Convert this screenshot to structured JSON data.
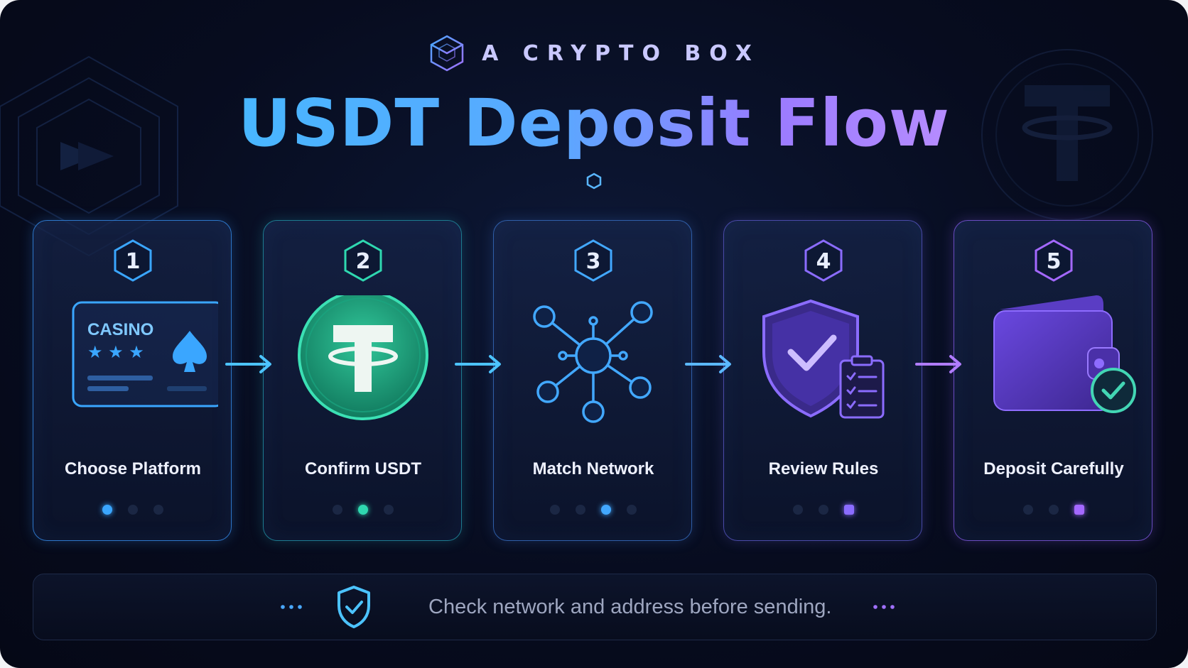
{
  "brand": {
    "name": "A CRYPTO BOX",
    "icon": "cube-icon"
  },
  "title": "USDT Deposit Flow",
  "steps": [
    {
      "number": "1",
      "label": "Choose Platform",
      "icon": "casino-card-icon",
      "card_text": "CASINO",
      "accent": "#3aa6ff",
      "active_dot": 0,
      "dot_count": 3
    },
    {
      "number": "2",
      "label": "Confirm USDT",
      "icon": "tether-coin-icon",
      "accent": "#2fd8b0",
      "active_dot": 1,
      "dot_count": 3
    },
    {
      "number": "3",
      "label": "Match Network",
      "icon": "network-nodes-icon",
      "accent": "#42a8ff",
      "active_dot": 2,
      "dot_count": 4
    },
    {
      "number": "4",
      "label": "Review Rules",
      "icon": "shield-checklist-icon",
      "accent": "#8b6cff",
      "active_dot": 2,
      "dot_count": 3
    },
    {
      "number": "5",
      "label": "Deposit Carefully",
      "icon": "wallet-check-icon",
      "accent": "#a468ff",
      "active_dot": 2,
      "dot_count": 3
    }
  ],
  "footer": {
    "text": "Check network and address before sending.",
    "icon": "shield-check-icon"
  },
  "colors": {
    "blue": "#3aa6ff",
    "teal": "#2fd8b0",
    "purple": "#9a6bff",
    "background": "#070c1f"
  }
}
